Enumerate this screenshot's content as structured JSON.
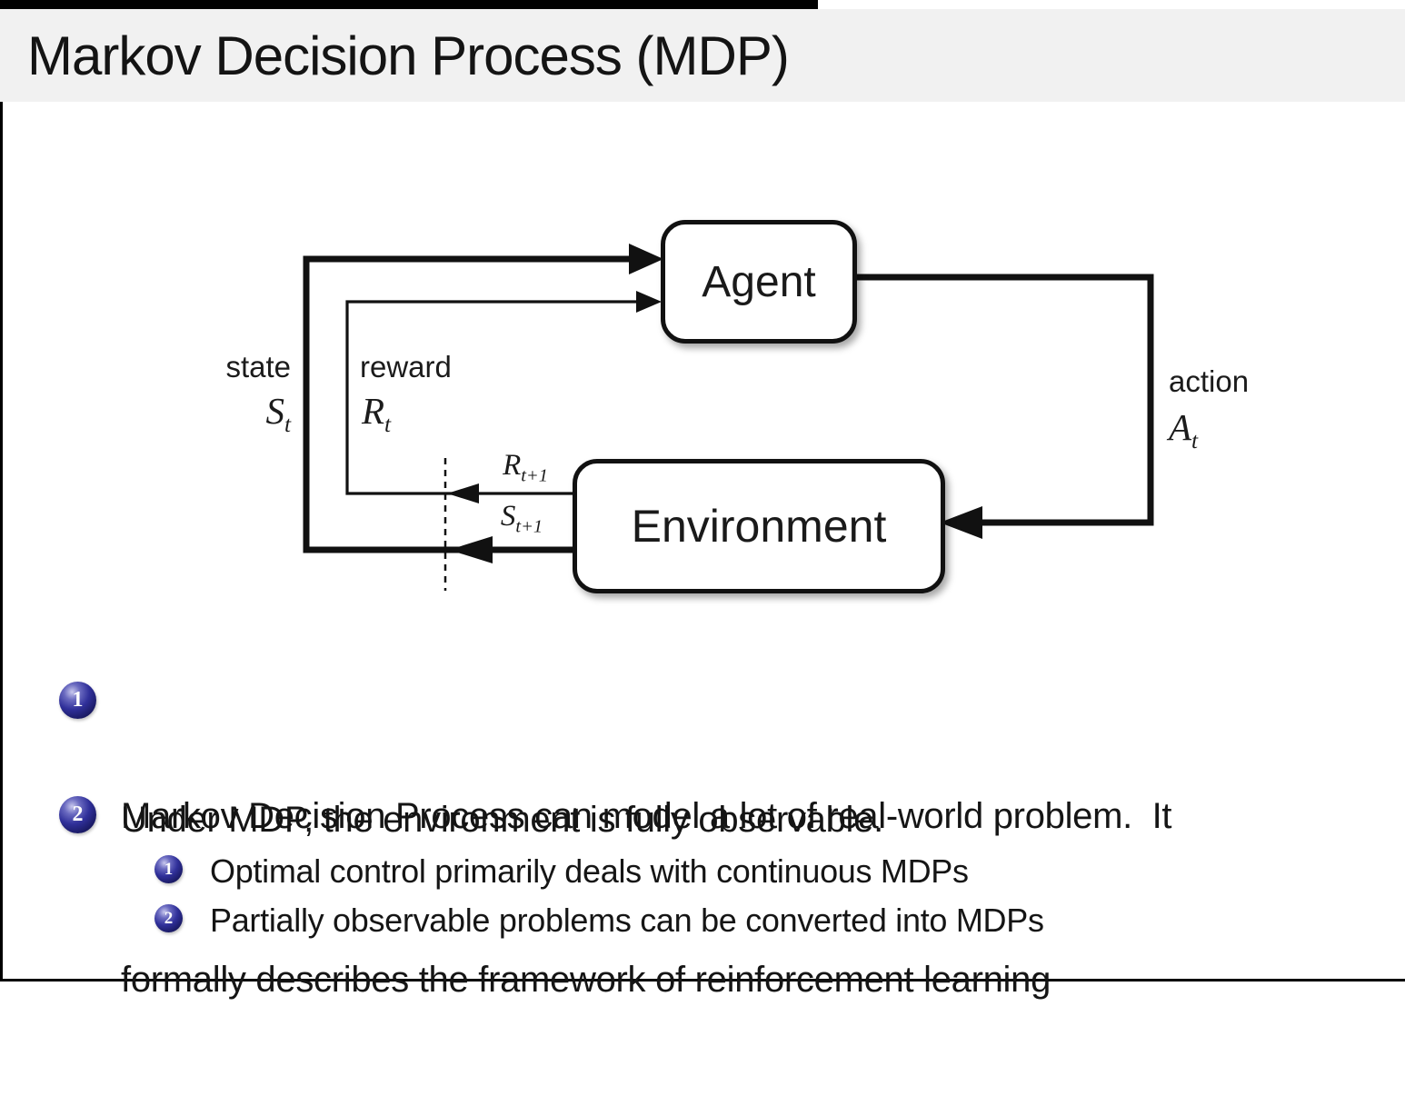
{
  "slide": {
    "title": "Markov Decision Process (MDP)"
  },
  "diagram": {
    "agent_label": "Agent",
    "environment_label": "Environment",
    "state": {
      "word": "state",
      "symbol": "S",
      "sub": "t"
    },
    "reward": {
      "word": "reward",
      "symbol": "R",
      "sub": "t"
    },
    "action": {
      "word": "action",
      "symbol": "A",
      "sub": "t"
    },
    "next_reward": {
      "symbol": "R",
      "sub": "t+1"
    },
    "next_state": {
      "symbol": "S",
      "sub": "t+1"
    }
  },
  "bullets": {
    "item1": {
      "number": "1",
      "line1": "Markov Decision Process can model a lot of real-world problem.  It",
      "line2": "formally describes the framework of reinforcement learning"
    },
    "item2": {
      "number": "2",
      "text": "Under MDP, the environment is fully observable."
    },
    "sub1": {
      "number": "1",
      "text": "Optimal control primarily deals with continuous MDPs"
    },
    "sub2": {
      "number": "2",
      "text": "Partially observable problems can be converted into MDPs"
    }
  },
  "colors": {
    "header_bg": "#f1f1f1",
    "ball_blue": "#26267e",
    "line_black": "#111111"
  }
}
